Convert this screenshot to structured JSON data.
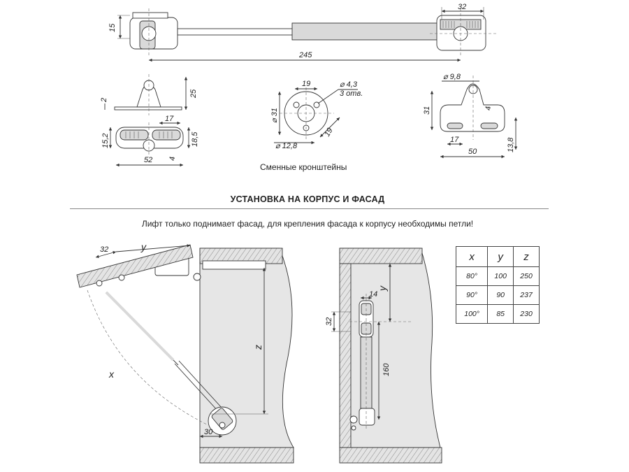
{
  "top_view": {
    "dims": {
      "height": "15",
      "top_right": "32",
      "length": "245"
    }
  },
  "bracket_a": {
    "dims": {
      "plate_thickness": "2",
      "height": "25",
      "slot": "17",
      "width_left": "15,2",
      "width_right": "18,5",
      "offset": "4",
      "length": "52"
    }
  },
  "bracket_b": {
    "dims": {
      "top": "19",
      "hole": "⌀ 4,3",
      "holes_count": "3 отв.",
      "diameter": "⌀ 31",
      "side": "19",
      "inner": "⌀ 12,8"
    }
  },
  "bracket_c": {
    "dims": {
      "top": "⌀ 9,8",
      "height": "31",
      "offset": "4",
      "slot": "17",
      "length": "50",
      "right": "13,8"
    }
  },
  "captions": {
    "brackets": "Сменные кронштейны",
    "section_heading": "УСТАНОВКА НА КОРПУС И ФАСАД",
    "note": "Лифт только поднимает фасад, для крепления фасада к корпусу необходимы петли!"
  },
  "install_left": {
    "labels": {
      "top_offset": "32",
      "y": "y",
      "z": "z",
      "x": "x",
      "bottom_offset": "30"
    }
  },
  "install_right": {
    "labels": {
      "width": "14",
      "y": "y",
      "offset": "32",
      "length": "160"
    }
  },
  "angle_table": {
    "headers": [
      "x",
      "y",
      "z"
    ],
    "rows": [
      [
        "80°",
        "100",
        "250"
      ],
      [
        "90°",
        "90",
        "237"
      ],
      [
        "100°",
        "85",
        "230"
      ]
    ]
  }
}
